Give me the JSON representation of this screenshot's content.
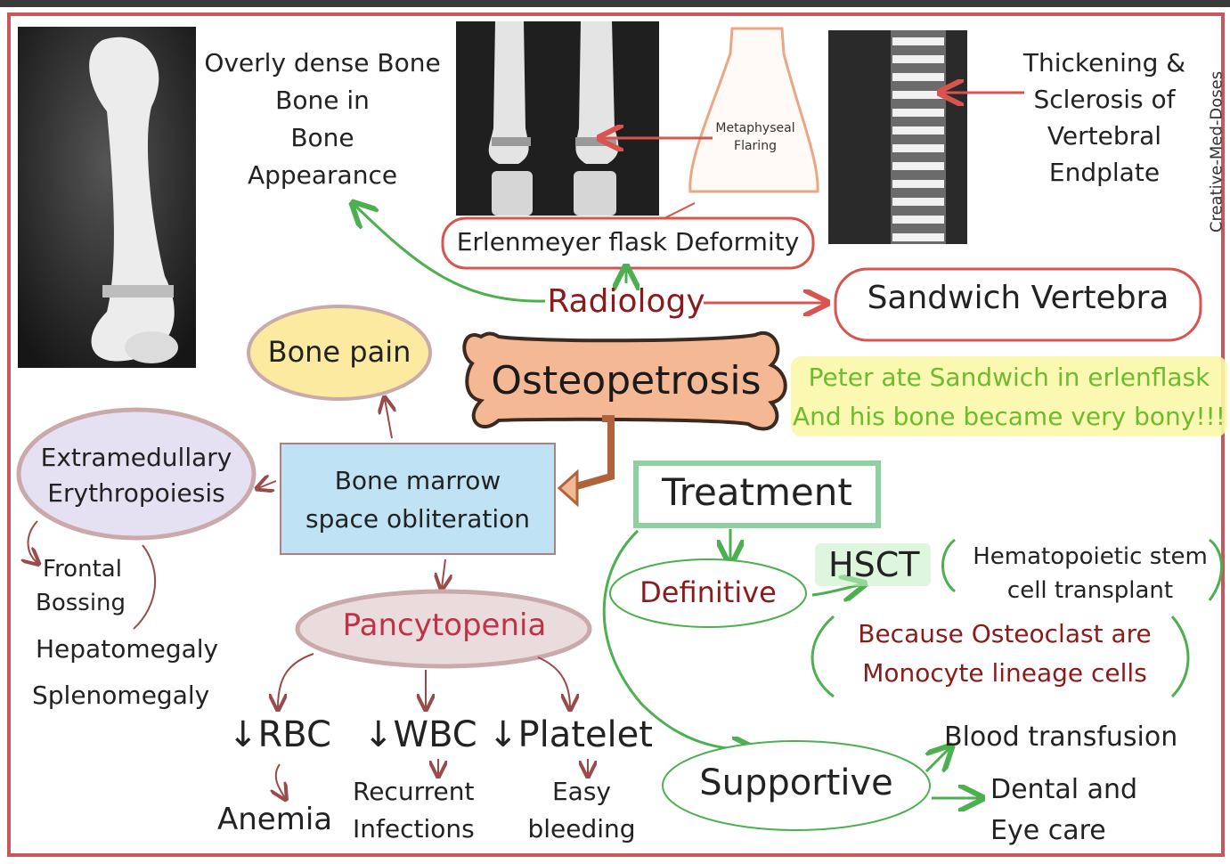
{
  "title": "Osteopetrosis",
  "watermark": "Creative-Med-Doses",
  "radiology": {
    "label": "Radiology",
    "dense_bone": [
      "Overly dense Bone",
      "Bone in",
      "Bone",
      "Appearance"
    ],
    "flask_label": "Erlenmeyer flask Deformity",
    "flask_drawing_label": [
      "Metaphyseal",
      "Flaring"
    ],
    "vertebra_label": "Sandwich Vertebra",
    "vertebra_finding": [
      "Thickening &",
      "Sclerosis of",
      "Vertebral",
      "Endplate"
    ]
  },
  "mnemonic": [
    "Peter ate Sandwich in erlenflask",
    "And his bone became very bony!!!"
  ],
  "pathology": {
    "marrow": [
      "Bone marrow",
      "space obliteration"
    ],
    "bone_pain": "Bone pain",
    "extramedullary": [
      "Extramedullary",
      "Erythropoiesis"
    ],
    "frontal_bossing": [
      "Frontal",
      "Bossing"
    ],
    "hepatomegaly": "Hepatomegaly",
    "splenomegaly": "Splenomegaly",
    "pancytopenia": "Pancytopenia",
    "rbc": "↓RBC",
    "wbc": "↓WBC",
    "platelet": "↓Platelet",
    "anemia": "Anemia",
    "infections": [
      "Recurrent",
      "Infections"
    ],
    "bleeding": [
      "Easy",
      "bleeding"
    ]
  },
  "treatment": {
    "label": "Treatment",
    "definitive": "Definitive",
    "hsct": "HSCT",
    "hsct_full": [
      "Hematopoietic stem",
      "cell transplant"
    ],
    "reason": [
      "Because Osteoclast are",
      "Monocyte lineage cells"
    ],
    "supportive": "Supportive",
    "blood": "Blood transfusion",
    "dental": [
      "Dental and",
      "Eye care"
    ]
  },
  "colors": {
    "frame": "#c9565b",
    "green": "#4caf50",
    "red": "#d9534f",
    "maroon": "#8b1a1a",
    "bone": "#f4b994",
    "mnemonic_text": "#6dbb2f",
    "mnemonic_bg": "#fbf7a8",
    "marrow_box": "#bfe3f5"
  }
}
